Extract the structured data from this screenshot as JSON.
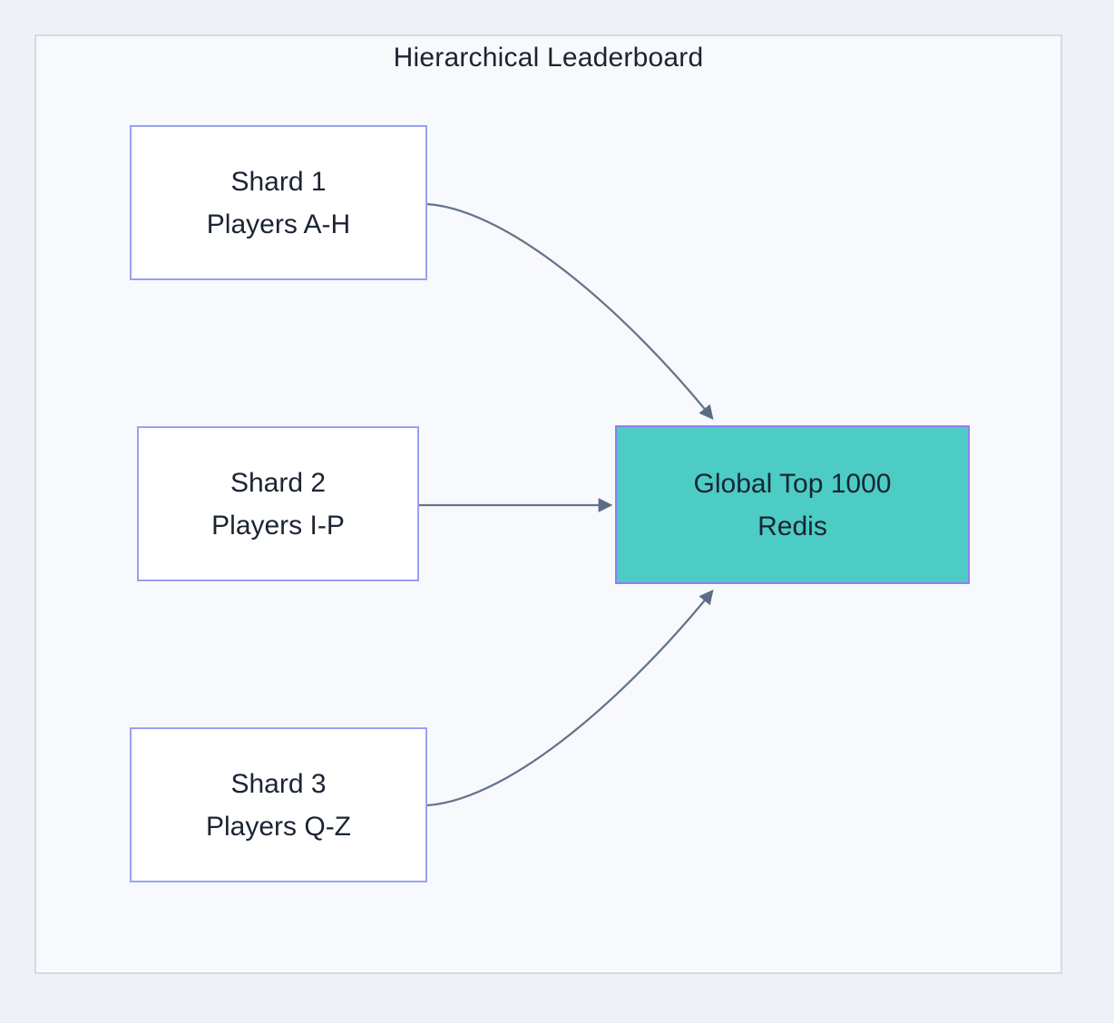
{
  "diagram": {
    "title": "Hierarchical Leaderboard",
    "nodes": [
      {
        "id": "shard1",
        "line1": "Shard 1",
        "line2": "Players A-H",
        "kind": "shard"
      },
      {
        "id": "shard2",
        "line1": "Shard 2",
        "line2": "Players I-P",
        "kind": "shard"
      },
      {
        "id": "shard3",
        "line1": "Shard 3",
        "line2": "Players Q-Z",
        "kind": "shard"
      },
      {
        "id": "global",
        "line1": "Global Top 1000",
        "line2": "Redis",
        "kind": "aggregate"
      }
    ],
    "edges": [
      {
        "from": "shard1",
        "to": "global"
      },
      {
        "from": "shard2",
        "to": "global"
      },
      {
        "from": "shard3",
        "to": "global"
      }
    ],
    "colors": {
      "page_background": "#eef1f7",
      "canvas_background": "#f8f9fc",
      "canvas_border": "#d5dbe5",
      "shard_fill": "#ffffff",
      "shard_border": "#9aa1f3",
      "global_fill": "#4cccc4",
      "global_border": "#8b80f0",
      "edge_stroke": "#64748b",
      "text": "#1b2433"
    }
  }
}
